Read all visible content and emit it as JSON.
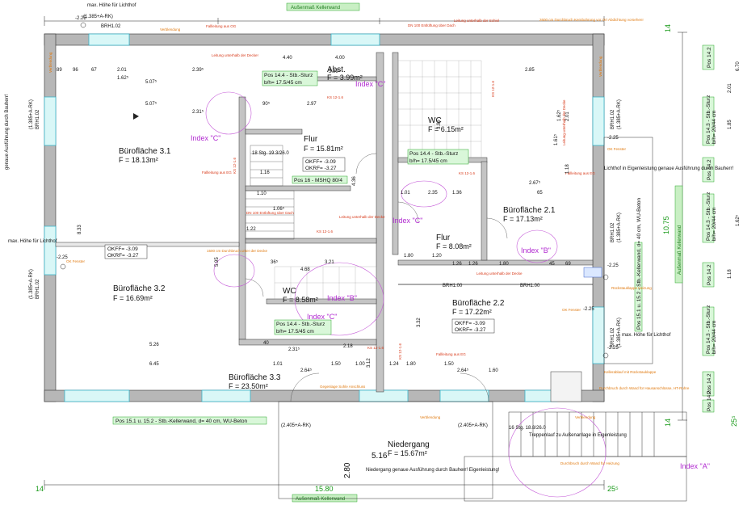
{
  "rooms": [
    {
      "name": "Bürofläche 3.1",
      "area": "F = 18.13m²"
    },
    {
      "name": "Bürofläche 3.2",
      "area": "F = 16.69m²"
    },
    {
      "name": "Bürofläche 3.3",
      "area": "F = 23.50m²"
    },
    {
      "name": "Bürofläche 2.1",
      "area": "F = 17.13m²"
    },
    {
      "name": "Bürofläche 2.2",
      "area": "F = 17.22m²"
    },
    {
      "name": "Flur",
      "area": "F = 15.81m²"
    },
    {
      "name": "Flur",
      "area": "F = 8.08m²"
    },
    {
      "name": "Niedergang",
      "area": "F = 15.67m²"
    },
    {
      "name": "WC",
      "area": "F = 6.15m²"
    },
    {
      "name": "WC",
      "area": "F = 8.58m²"
    },
    {
      "name": "Abst.",
      "area": "F = 3.99m²"
    }
  ],
  "index_labels": [
    "Index \"C\"",
    "Index \"C\"",
    "Index \"C\"",
    "Index \"B\"",
    "Index \"B\"",
    "Index \"C\"",
    "Index \"A\""
  ],
  "okff": [
    {
      "okff": "OKFF= -3.09",
      "okrf": "OKRF= -3.27"
    },
    {
      "okff": "OKFF= -3.09",
      "okrf": "OKRF= -3.27"
    },
    {
      "okff": "OKFF= -3.09",
      "okrf": "OKRF= -3.27"
    }
  ],
  "positions": [
    "Pos 14.4 - Stb.-Sturz",
    "b/h= 17.5/45 cm",
    "Pos 14.4 - Stb.-Sturz",
    "b/h= 17.5/45 cm",
    "Pos 14.4 - Stb.-Sturz",
    "b/h= 17.5/45 cm",
    "Pos 16 - MSHQ 80/4",
    "Pos 15.1 u. 15.2 - Stb.-Kellerwand, d= 40 cm, WU-Beton",
    "Pos 15.1 u. 15.2 - Stb.-Kellerwand, d= 40 cm, WU-Beton",
    "Pos 14.3 - Stb.-Sturz",
    "b/h= 20/44 cm",
    "Pos 14.3 - Stb.-Sturz",
    "b/h= 20/44 cm",
    "Pos 14.3 - Stb.-Sturz",
    "b/h= 20/44 cm",
    "Pos 14.2",
    "Pos 14.2",
    "Pos 14.2",
    "Pos 14.2",
    "Pos 14.2"
  ],
  "brh_labels": [
    "BRH1.02",
    "BRH1.02",
    "BRH1.02",
    "BRH1.02",
    "BRH1.02",
    "BRH1.00",
    "BRH1.00",
    "BRH1.02"
  ],
  "rk_labels": [
    "(1.385+A-RK)",
    "(1.385+A-RK)",
    "(1.385+A-RK)",
    "(1.385+A-RK)",
    "(1.385+A-RK)",
    "(1.385+A-RK)",
    "(2.405+A-RK)",
    "(2.405+A-RK)"
  ],
  "level_marks": [
    "-2.25",
    "-2.25",
    "-2.25",
    "-2.25",
    "-2.25",
    "-2.25"
  ],
  "notes_black": [
    "max. Höhe für Lichthof",
    "max. Höhe für Lichthof",
    "max. Höhe für Lichthof",
    "Lichthof in Eigenleistung genaue Ausführung durch Bauherr!",
    "genaue Ausführung durch Bauherr!",
    "Niedergang genaue Ausführung durch Bauherr! Eigenleistung!",
    "Treppenlauf zu Außenanlage in Eigenleistung",
    "16 Stg. 18.8/26.0",
    "18 Stg. 19.3/26.0"
  ],
  "notes_red": [
    "Fallleitung aus OG",
    "Fallleitung aus EG",
    "Fallleitung aus EG",
    "Fallleitung aus EG",
    "Leitung unterhalb der Decke!",
    "Leitung unterhalb der Decke",
    "Leitung unterhalb der Decke",
    "Leitung unterhalb der Decke",
    "DN 100 Entlüftung über Dach",
    "DN 100 Entlüftung über Dach",
    "Leitung unterhalb der Schiel",
    "KS 12-1.6",
    "KS 12-1.6",
    "KS 12-1.6",
    "KS 12-1.6",
    "KS 12-1.6",
    "KS 12-1.6",
    "KS 12-1.6"
  ],
  "notes_orange": [
    "Verblendung",
    "Verblendung",
    "Verblendung",
    "Verblendung",
    "Verblendung",
    "OK Fenster",
    "OK Fenster",
    "OK Fenster",
    "2600 cm Durchbruch Kernbohrung vor Ort Abdichtung vorsehen!",
    "1500 cm Durchbruch unter der Decke",
    "Durchbruch durch Wand für Hausanschlüsse, HT-Rohre",
    "Durchbruch durch Wand für Heizung",
    "Rückstauklappe Heizung",
    "Kellerablauf mit Rückstauklappe",
    "Gegenlage Sohle Anschluss"
  ],
  "green_labels": [
    "Außenmaß Kellerwand",
    "Außenmaß Kellerwand",
    "Außenmaß Kellerwand",
    "10.75",
    "15.80",
    "14",
    "14",
    "14",
    "25⁵",
    "25⁵"
  ],
  "dimensions": [
    "4.40",
    "4.00",
    "2.85",
    "2.97",
    "2.01",
    "1.62⁵",
    "5.07⁵",
    "5.07⁵",
    "2.39⁵",
    "1.16",
    "1.10",
    "1.22",
    "3.21",
    "1.26",
    "3.32",
    "3.99⁵",
    "2.01",
    "1.62⁵",
    "8.33",
    "5.95",
    "3.99",
    "1.26",
    "1.01",
    "2.35",
    "1.36",
    "2.67⁵",
    "1.80",
    "1.80",
    "1.20",
    "1.18",
    "1.06⁵",
    "2.31⁵",
    "4.68",
    "2.31⁵",
    "5.26",
    "2.18",
    "4.36",
    "6.45",
    "1.60",
    "3.12",
    "1.24",
    "1.61⁵",
    "2.64⁵",
    "1.01",
    "1.50",
    "1.00",
    "2.64⁵",
    "1.80",
    "1.50",
    "5.16",
    "2.80",
    "40",
    "89",
    "96",
    "67",
    "90⁵",
    "36⁵",
    "45",
    "69",
    "65",
    "1.85",
    "2.01",
    "1.18",
    "1.62⁵",
    "6.70"
  ]
}
